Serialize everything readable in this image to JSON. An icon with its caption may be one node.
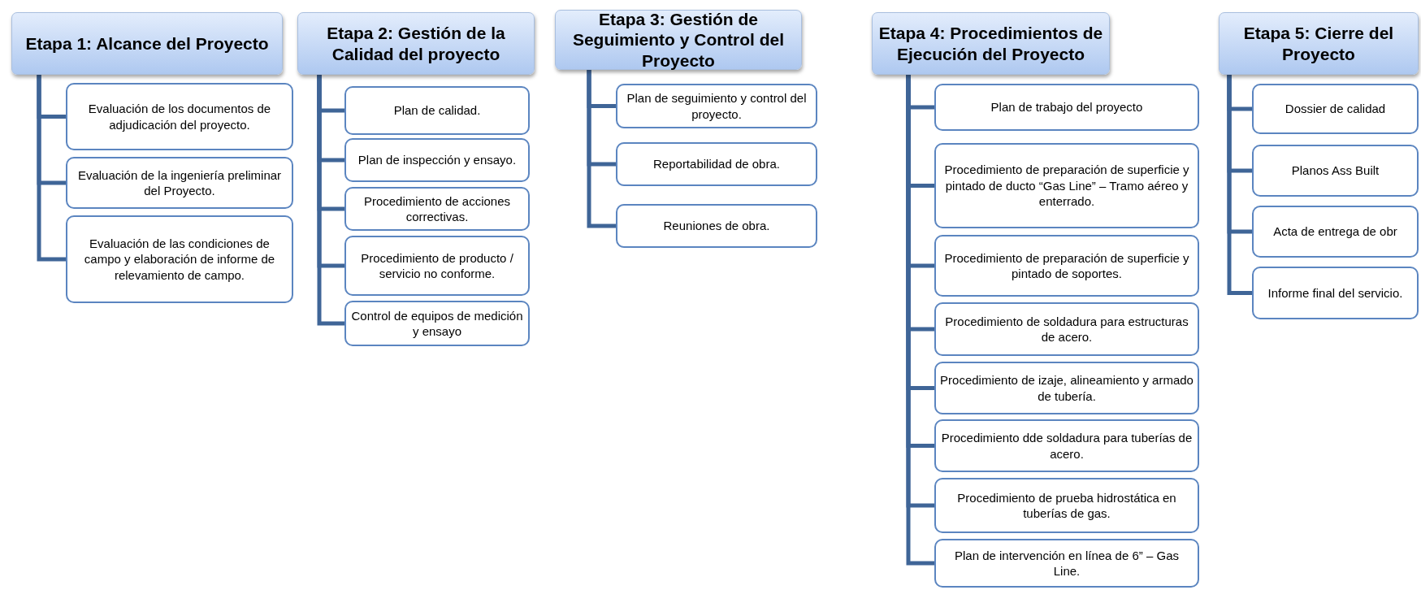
{
  "diagram": {
    "nodes": [
      {
        "text": [
          "Etapa 1: Alcance del Proyecto"
        ]
      },
      {
        "text": [
          "Evaluación de los documentos de adjudicación del proyecto."
        ]
      },
      {
        "text": [
          "Evaluación de la ingeniería preliminar del Proyecto."
        ]
      },
      {
        "text": [
          "Evaluación de las condiciones de campo y elaboración de informe de relevamiento de campo."
        ]
      },
      {
        "text": [
          "Etapa 2: Gestión de la Calidad del proyecto"
        ]
      },
      {
        "text": [
          "Plan de calidad."
        ]
      },
      {
        "text": [
          "Plan de inspección y ensayo."
        ]
      },
      {
        "text": [
          "Procedimiento de acciones correctivas."
        ]
      },
      {
        "text": [
          "Procedimiento de producto / servicio no conforme."
        ]
      },
      {
        "text": [
          "Control de equipos de medición y ensayo"
        ]
      },
      {
        "text": [
          "Etapa 3: Gestión de Seguimiento y Control del Proyecto"
        ]
      },
      {
        "text": [
          "Plan de seguimiento y control del proyecto."
        ]
      },
      {
        "text": [
          "Reportabilidad de obra."
        ]
      },
      {
        "text": [
          "Reuniones de obra."
        ]
      },
      {
        "text": [
          "Etapa 4: Procedimientos de Ejecución del Proyecto"
        ]
      },
      {
        "text": [
          "Plan de trabajo del proyecto"
        ]
      },
      {
        "text": [
          "Procedimiento de preparación de superficie y pintado de ducto “Gas Line” – Tramo aéreo y enterrado."
        ]
      },
      {
        "text": [
          "Procedimiento de preparación de superficie y pintado de soportes."
        ]
      },
      {
        "text": [
          "Procedimiento de soldadura para estructuras de acero."
        ]
      },
      {
        "text": [
          "Procedimiento de izaje, alineamiento y armado de tubería."
        ]
      },
      {
        "text": [
          "Procedimiento dde soldadura para tuberías de acero."
        ]
      },
      {
        "text": [
          "Procedimiento de prueba hidrostática en tuberías de gas."
        ]
      },
      {
        "text": [
          "Plan de intervención en línea de 6” – Gas Line."
        ]
      },
      {
        "text": [
          "Etapa 5: Cierre del Proyecto"
        ]
      },
      {
        "text": [
          "Dossier de calidad"
        ]
      },
      {
        "text": [
          "Planos Ass Built"
        ]
      },
      {
        "text": [
          "Acta de entrega de obr"
        ]
      },
      {
        "text": [
          "Informe final del servicio."
        ]
      }
    ],
    "edges": [
      {
        "from": 0,
        "to": 1,
        "arrow": "none"
      },
      {
        "from": 0,
        "to": 2,
        "arrow": "none"
      },
      {
        "from": 0,
        "to": 3,
        "arrow": "none"
      },
      {
        "from": 4,
        "to": 5,
        "arrow": "none"
      },
      {
        "from": 4,
        "to": 6,
        "arrow": "none"
      },
      {
        "from": 4,
        "to": 7,
        "arrow": "none"
      },
      {
        "from": 4,
        "to": 8,
        "arrow": "none"
      },
      {
        "from": 4,
        "to": 9,
        "arrow": "none"
      },
      {
        "from": 10,
        "to": 11,
        "arrow": "none"
      },
      {
        "from": 10,
        "to": 12,
        "arrow": "none"
      },
      {
        "from": 10,
        "to": 13,
        "arrow": "none"
      },
      {
        "from": 14,
        "to": 15,
        "arrow": "none"
      },
      {
        "from": 14,
        "to": 16,
        "arrow": "none"
      },
      {
        "from": 14,
        "to": 17,
        "arrow": "none"
      },
      {
        "from": 14,
        "to": 18,
        "arrow": "none"
      },
      {
        "from": 14,
        "to": 19,
        "arrow": "none"
      },
      {
        "from": 14,
        "to": 20,
        "arrow": "none"
      },
      {
        "from": 14,
        "to": 21,
        "arrow": "none"
      },
      {
        "from": 14,
        "to": 22,
        "arrow": "none"
      },
      {
        "from": 23,
        "to": 24,
        "arrow": "none"
      },
      {
        "from": 23,
        "to": 25,
        "arrow": "none"
      },
      {
        "from": 23,
        "to": 26,
        "arrow": "none"
      },
      {
        "from": 23,
        "to": 27,
        "arrow": "none"
      }
    ]
  }
}
